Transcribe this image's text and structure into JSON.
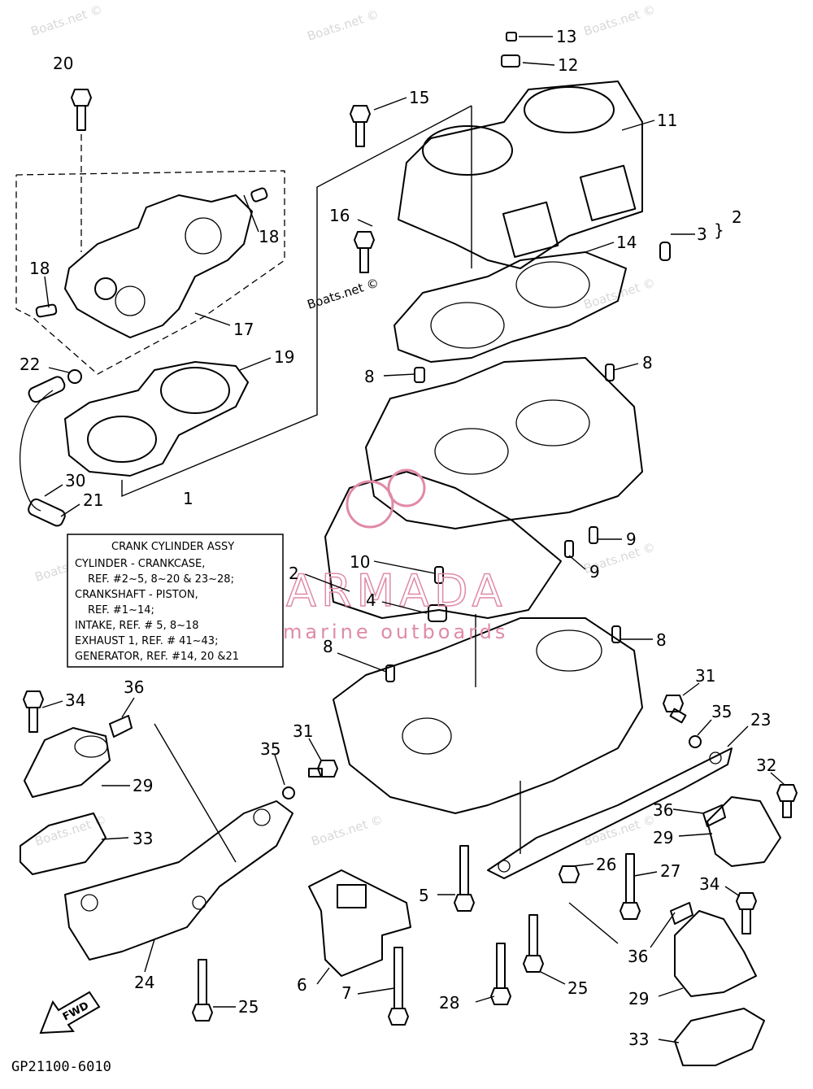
{
  "diagram_code": "GP21100-6010",
  "watermark_text": "Boats.net ©",
  "brand_logo": {
    "name": "ARMADA",
    "tagline": "marine outboards",
    "color": "#e08aa8"
  },
  "info_box": {
    "lines": [
      "CRANK CYLINDER ASSY",
      "CYLINDER - CRANKCASE,",
      "REF. #2~5, 8~20 & 23~28;",
      "CRANKSHAFT - PISTON,",
      "REF. #1~14;",
      "INTAKE, REF. # 5, 8~18",
      "EXHAUST 1, REF. # 41~43;",
      "GENERATOR, REF. #14, 20 &21"
    ]
  },
  "fwd_label": "FWD",
  "callouts": [
    {
      "id": "c1",
      "text": "1"
    },
    {
      "id": "c2a",
      "text": "2"
    },
    {
      "id": "c2b",
      "text": "2"
    },
    {
      "id": "c3",
      "text": "3"
    },
    {
      "id": "c4",
      "text": "4"
    },
    {
      "id": "c5",
      "text": "5"
    },
    {
      "id": "c6",
      "text": "6"
    },
    {
      "id": "c7",
      "text": "7"
    },
    {
      "id": "c8a",
      "text": "8"
    },
    {
      "id": "c8b",
      "text": "8"
    },
    {
      "id": "c8c",
      "text": "8"
    },
    {
      "id": "c8d",
      "text": "8"
    },
    {
      "id": "c9a",
      "text": "9"
    },
    {
      "id": "c9b",
      "text": "9"
    },
    {
      "id": "c10",
      "text": "10"
    },
    {
      "id": "c11",
      "text": "11"
    },
    {
      "id": "c12",
      "text": "12"
    },
    {
      "id": "c13",
      "text": "13"
    },
    {
      "id": "c14",
      "text": "14"
    },
    {
      "id": "c15",
      "text": "15"
    },
    {
      "id": "c16",
      "text": "16"
    },
    {
      "id": "c17",
      "text": "17"
    },
    {
      "id": "c18a",
      "text": "18"
    },
    {
      "id": "c18b",
      "text": "18"
    },
    {
      "id": "c19",
      "text": "19"
    },
    {
      "id": "c20",
      "text": "20"
    },
    {
      "id": "c21",
      "text": "21"
    },
    {
      "id": "c22",
      "text": "22"
    },
    {
      "id": "c23",
      "text": "23"
    },
    {
      "id": "c24",
      "text": "24"
    },
    {
      "id": "c25a",
      "text": "25"
    },
    {
      "id": "c25b",
      "text": "25"
    },
    {
      "id": "c26",
      "text": "26"
    },
    {
      "id": "c27",
      "text": "27"
    },
    {
      "id": "c28",
      "text": "28"
    },
    {
      "id": "c29a",
      "text": "29"
    },
    {
      "id": "c29b",
      "text": "29"
    },
    {
      "id": "c29c",
      "text": "29"
    },
    {
      "id": "c30",
      "text": "30"
    },
    {
      "id": "c31a",
      "text": "31"
    },
    {
      "id": "c31b",
      "text": "31"
    },
    {
      "id": "c32",
      "text": "32"
    },
    {
      "id": "c33a",
      "text": "33"
    },
    {
      "id": "c33b",
      "text": "33"
    },
    {
      "id": "c34a",
      "text": "34"
    },
    {
      "id": "c34b",
      "text": "34"
    },
    {
      "id": "c35a",
      "text": "35"
    },
    {
      "id": "c35b",
      "text": "35"
    },
    {
      "id": "c36a",
      "text": "36"
    },
    {
      "id": "c36b",
      "text": "36"
    },
    {
      "id": "c36c",
      "text": "36"
    }
  ]
}
